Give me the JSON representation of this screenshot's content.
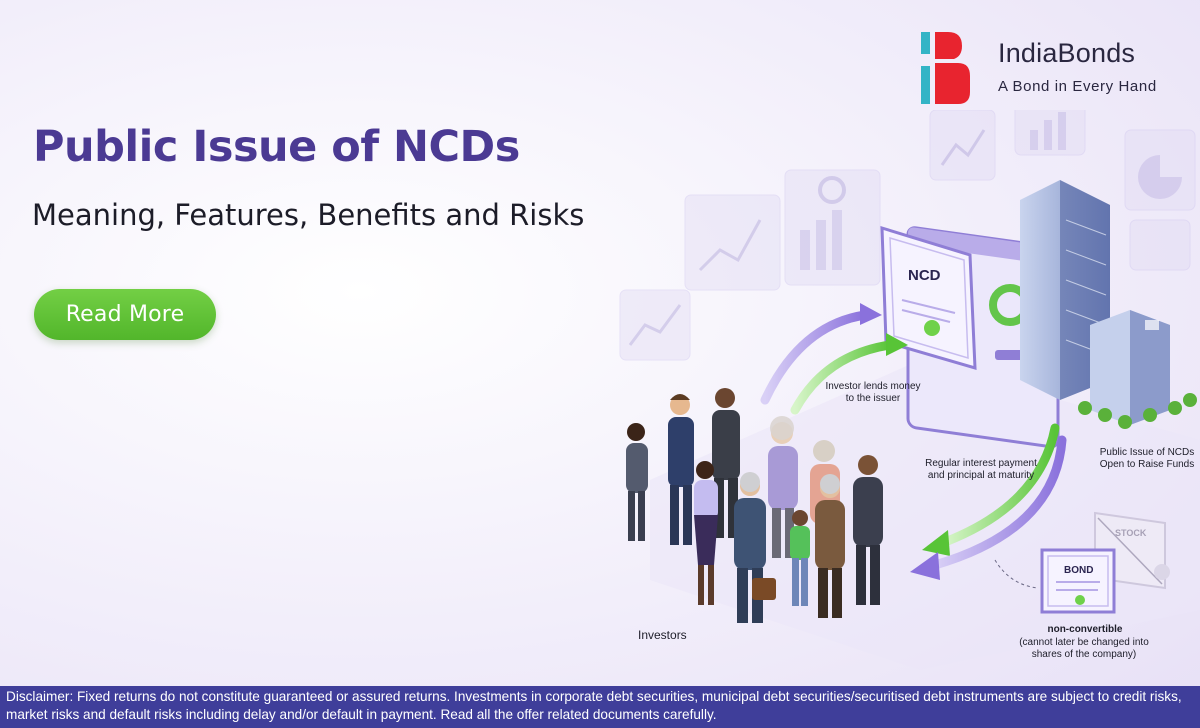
{
  "brand": {
    "name": "IndiaBonds",
    "tagline": "A Bond in Every Hand",
    "colors": {
      "primary": "#e8242f",
      "teal": "#33b4c6",
      "dark": "#2a2740"
    }
  },
  "hero": {
    "title": "Public Issue of NCDs",
    "subtitle": "Meaning, Features, Benefits and Risks",
    "cta_label": "Read More"
  },
  "illustration": {
    "certificate_ncd_label": "NCD",
    "certificate_bond_label": "BOND",
    "certificate_stock_label": "STOCK",
    "investor_lends": "Investor lends money to the issuer",
    "interest_payment": "Regular interest payment and principal at maturity",
    "issuer_label": "Public Issue of NCDs Open to Raise Funds",
    "investors_label": "Investors",
    "non_convertible_title": "non-convertible",
    "non_convertible_desc": "(cannot later be changed into shares of the company)"
  },
  "disclaimer": "Disclaimer: Fixed returns do not constitute guaranteed or assured returns. Investments in corporate debt securities, municipal debt securities/securitised debt instruments are subject to credit risks, market risks and default risks including delay and/or default in payment. Read all the offer related documents carefully.",
  "colors": {
    "title_purple": "#4b3a93",
    "cta_green": "#5cc233",
    "arrow_purple": "#9a86e0",
    "arrow_green": "#6fd14a",
    "disclaimer_bg": "#3f3e9a"
  }
}
